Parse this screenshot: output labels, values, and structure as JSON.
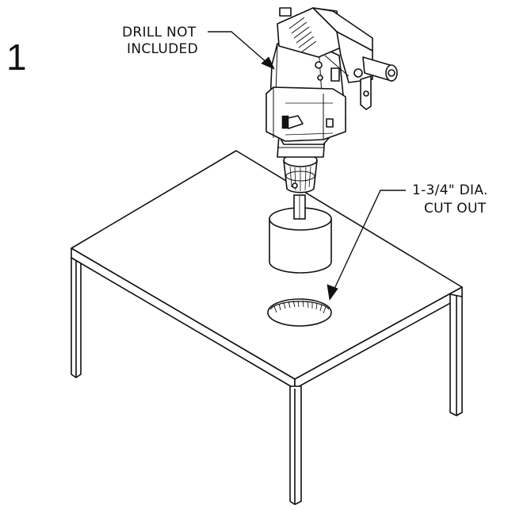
{
  "step_number": "1",
  "callouts": {
    "drill": {
      "line1": "DRILL NOT",
      "line2": "INCLUDED"
    },
    "hole": {
      "line1": "1-3/4\" DIA.",
      "line2": "CUT OUT"
    }
  },
  "colors": {
    "ink": "#111111",
    "paper": "#ffffff"
  }
}
